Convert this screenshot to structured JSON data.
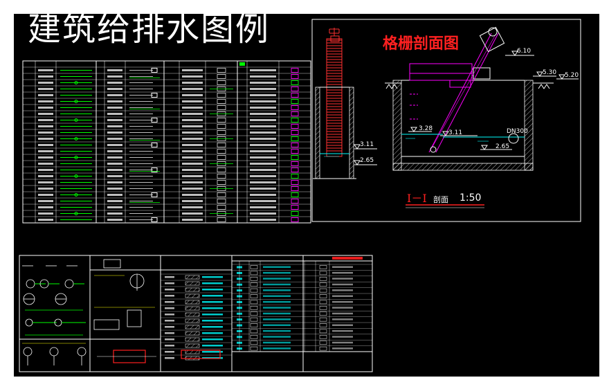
{
  "page": {
    "title": "建筑给排水图例"
  },
  "section": {
    "title": "格栅剖面图",
    "caption_label": "I－I",
    "caption_word": "剖面",
    "caption_scale": "1:50"
  },
  "elevations": {
    "top_rail": "6.10",
    "ground_1": "5.30",
    "ground_2": "5.20",
    "water_left": "3.28",
    "water_mid": "3.11",
    "pit_top": "3.11",
    "pit_bottom": "2.65",
    "floor_right": "2.65"
  },
  "pipe": {
    "label": "DN300"
  },
  "colors": {
    "background": "#000000",
    "line": "#ffffff",
    "title_red": "#ff2020",
    "magenta": "#ff00ff",
    "green": "#00ff00",
    "cyan": "#00ffff",
    "yellow": "#ffff00"
  }
}
